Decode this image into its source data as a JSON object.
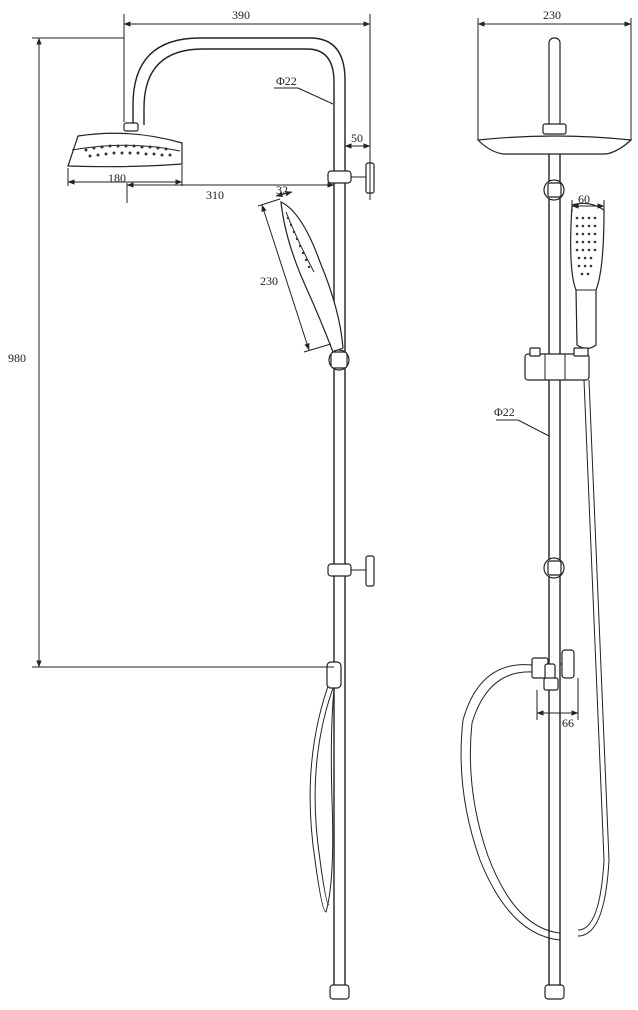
{
  "dimensions": {
    "top_width_left": "390",
    "pipe_diameter_left": "Φ22",
    "offset_50": "50",
    "head_diameter": "180",
    "arm_reach": "310",
    "handset_width_32": "32",
    "handset_length": "230",
    "total_height": "980",
    "head_width_right": "230",
    "handset_width_60": "60",
    "pipe_diameter_right": "Φ22",
    "diverter_66": "66"
  }
}
